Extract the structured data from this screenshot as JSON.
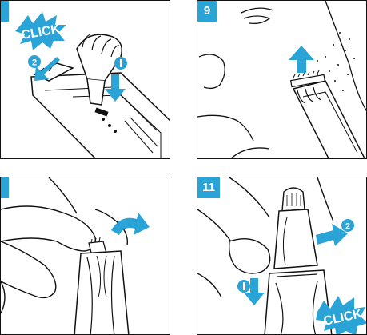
{
  "colors": {
    "accent": "#2aa3d6",
    "ink": "#111111",
    "paper": "#ffffff"
  },
  "panels": {
    "p8": {
      "click": "CLICK",
      "marker_a": "2"
    },
    "p9": {
      "step": "9"
    },
    "p10": {},
    "p11": {
      "step": "11",
      "marker_a": "2",
      "click": "CLICK"
    }
  }
}
